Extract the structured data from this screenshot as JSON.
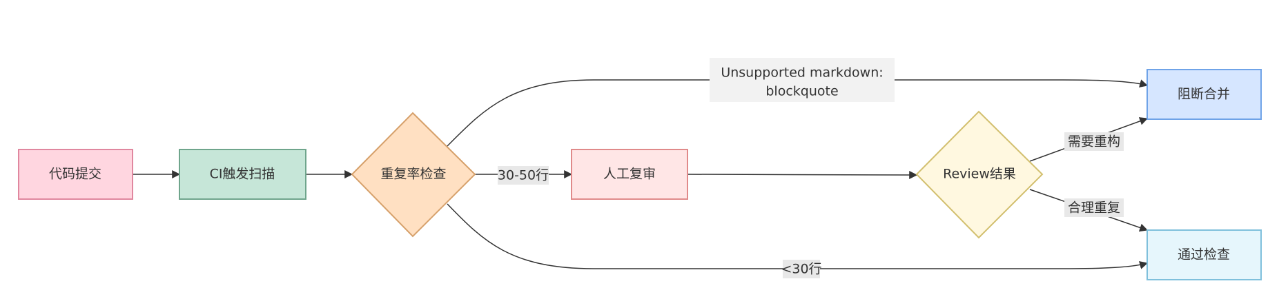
{
  "nodes": {
    "commit": {
      "label": "代码提交",
      "fill": "#ffd6e0",
      "stroke": "#e0879f"
    },
    "ci_scan": {
      "label": "CI触发扫描",
      "fill": "#c6e6d8",
      "stroke": "#6fa58c"
    },
    "dup_check": {
      "label": "重复率检查",
      "fill": "#ffe0c2",
      "stroke": "#d6a06a"
    },
    "manual_review": {
      "label": "人工复审",
      "fill": "#ffe6e6",
      "stroke": "#e08a8a"
    },
    "review_result": {
      "label": "Review结果",
      "fill": "#fff8e0",
      "stroke": "#d2bf6e"
    },
    "block_merge": {
      "label": "阻断合并",
      "fill": "#d6e6ff",
      "stroke": "#6fa3e8"
    },
    "pass_check": {
      "label": "通过检查",
      "fill": "#e6f6fc",
      "stroke": "#7fc0dc"
    }
  },
  "edges": {
    "dup_to_block": {
      "label_line1": "Unsupported markdown:",
      "label_line2": "blockquote"
    },
    "dup_to_manual": {
      "label": "30-50行"
    },
    "dup_to_pass": {
      "label": "<30行"
    },
    "review_to_block": {
      "label": "需要重构"
    },
    "review_to_pass": {
      "label": "合理重复"
    }
  },
  "colors": {
    "edge": "#333333",
    "edge_label_bg": "#e8e8e8",
    "blockquote_label_bg": "#f2f2f2"
  }
}
